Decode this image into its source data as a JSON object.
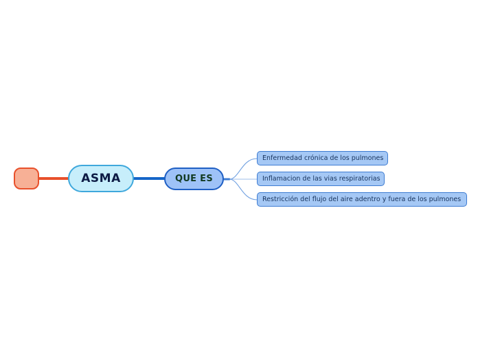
{
  "diagram": {
    "type": "mindmap",
    "background_color": "#ffffff",
    "root": {
      "label": "",
      "name": "root-node",
      "fill_color": "#F7B096",
      "border_color": "#E8502B"
    },
    "nodes": [
      {
        "label": "ASMA",
        "name": "node-asma",
        "fill_color": "#C7EEFB",
        "border_color": "#3FA8DC",
        "text_color": "#0D1B45"
      },
      {
        "label": "QUE ES",
        "name": "node-que-es",
        "fill_color": "#9EC2F7",
        "border_color": "#1F5FC4",
        "text_color": "#123A21"
      }
    ],
    "leaves": [
      {
        "label": "Enfermedad crónica de los pulmones",
        "name": "leaf-enfermedad-cronica"
      },
      {
        "label": "Inflamacion de las vias respiratorias",
        "name": "leaf-inflamacion-vias"
      },
      {
        "label": "Restricción del flujo del aire adentro y fuera de los pulmones",
        "name": "leaf-restriccion-flujo"
      }
    ],
    "leaf_style": {
      "fill_color": "#A5C8F5",
      "border_color": "#3D7BD1",
      "text_color": "#16325C"
    },
    "connectors": {
      "root_to_asma_color": "#E8502B",
      "asma_to_quees_color": "#1565C8",
      "branch_color": "#6E9FE0"
    }
  }
}
